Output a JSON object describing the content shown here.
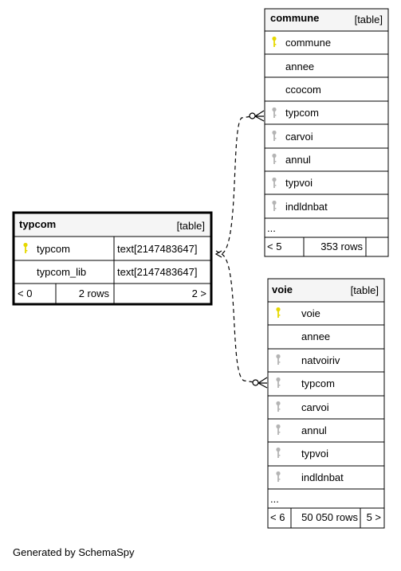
{
  "tables": [
    {
      "name": "commune",
      "kind": "[table]",
      "columns": [
        {
          "name": "commune",
          "key": "primary",
          "type": ""
        },
        {
          "name": "annee",
          "key": "none",
          "type": ""
        },
        {
          "name": "ccocom",
          "key": "none",
          "type": ""
        },
        {
          "name": "typcom",
          "key": "foreign",
          "type": ""
        },
        {
          "name": "carvoi",
          "key": "foreign",
          "type": ""
        },
        {
          "name": "annul",
          "key": "foreign",
          "type": ""
        },
        {
          "name": "typvoi",
          "key": "foreign",
          "type": ""
        },
        {
          "name": "indldnbat",
          "key": "foreign",
          "type": ""
        }
      ],
      "more": "...",
      "footer": {
        "left": "< 5",
        "rows": "353 rows",
        "right": ""
      }
    },
    {
      "name": "typcom",
      "kind": "[table]",
      "columns": [
        {
          "name": "typcom",
          "key": "primary",
          "type": "text[2147483647]"
        },
        {
          "name": "typcom_lib",
          "key": "none",
          "type": "text[2147483647]"
        }
      ],
      "more": "",
      "footer": {
        "left": "< 0",
        "rows": "2 rows",
        "right": "2 >"
      }
    },
    {
      "name": "voie",
      "kind": "[table]",
      "columns": [
        {
          "name": "voie",
          "key": "primary",
          "type": ""
        },
        {
          "name": "annee",
          "key": "none",
          "type": ""
        },
        {
          "name": "natvoiriv",
          "key": "foreign",
          "type": ""
        },
        {
          "name": "typcom",
          "key": "foreign",
          "type": ""
        },
        {
          "name": "carvoi",
          "key": "foreign",
          "type": ""
        },
        {
          "name": "annul",
          "key": "foreign",
          "type": ""
        },
        {
          "name": "typvoi",
          "key": "foreign",
          "type": ""
        },
        {
          "name": "indldnbat",
          "key": "foreign",
          "type": ""
        }
      ],
      "more": "...",
      "footer": {
        "left": "< 6",
        "rows": "50 050 rows",
        "right": "5 >"
      }
    }
  ],
  "relationships": [
    {
      "from_table": "commune",
      "from_column": "typcom",
      "to_table": "typcom",
      "to_column": "typcom"
    },
    {
      "from_table": "voie",
      "from_column": "typcom",
      "to_table": "typcom",
      "to_column": "typcom"
    }
  ],
  "colors": {
    "header_fill": "#f5f5f5",
    "border": "#000000",
    "primary_key": "#e6d800",
    "foreign_key": "#b4b4b4"
  },
  "footer_text": "Generated by SchemaSpy"
}
